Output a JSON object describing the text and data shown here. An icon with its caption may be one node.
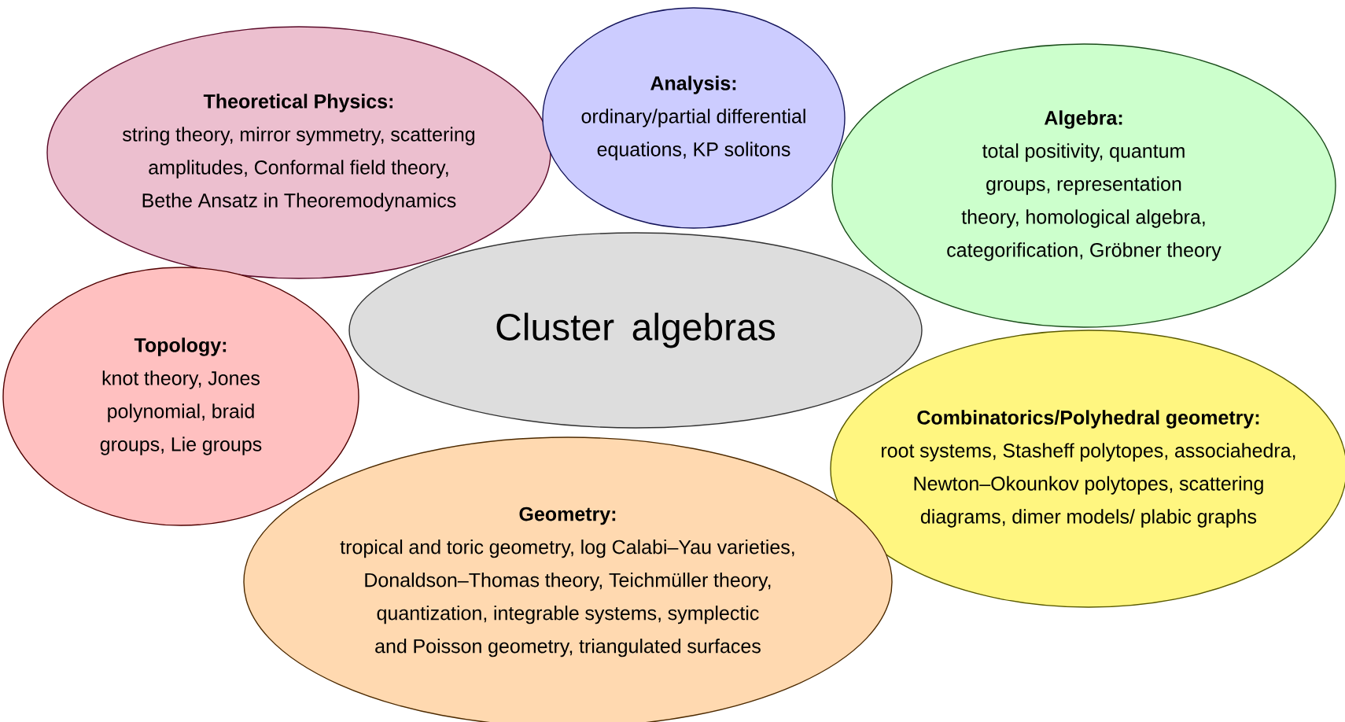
{
  "diagram": {
    "nodes": [
      {
        "text": [
          "Theoretical Physics:",
          "string theory, mirror symmetry, scattering amplitudes, Conformal field theory, Bethe Ansatz in Theoremodynamics"
        ]
      },
      {
        "text": [
          "Analysis:",
          "ordinary/partial differential equations, KP solitons"
        ]
      },
      {
        "text": [
          "Algebra:",
          "total positivity, quantum groups, representation theory, homological algebra, categorification, Gröbner theory"
        ]
      },
      {
        "text": [
          "Cluster algebras"
        ]
      },
      {
        "text": [
          "Topology:",
          "knot theory, Jones polynomial, braid groups, Lie groups"
        ]
      },
      {
        "text": [
          "Combinatorics/Polyhedral geometry:",
          "root systems, Stasheff polytopes, associahedra, Newton–Okounkov polytopes, scattering diagrams, dimer models/ plabic graphs"
        ]
      },
      {
        "text": [
          "Geometry:",
          "tropical and toric geometry, log Calabi–Yau varieties, Donaldson–Thomas theory, Teichmüller theory, quantization, integrable systems, symplectic and Poisson geometry, triangulated surfaces"
        ]
      }
    ],
    "edges": []
  }
}
